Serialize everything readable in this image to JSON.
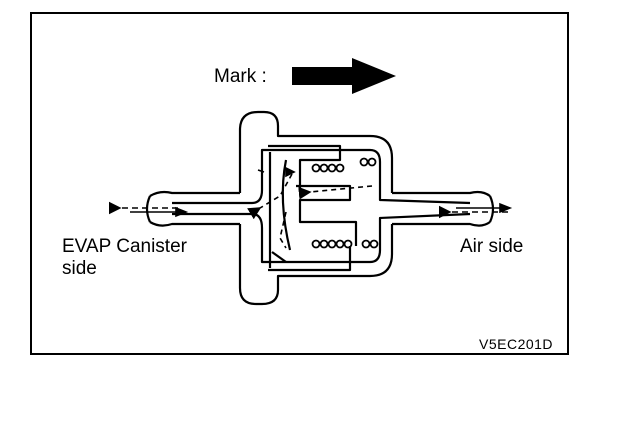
{
  "labels": {
    "mark": "Mark :",
    "evap_line1": "EVAP Canister",
    "evap_line2": "side",
    "air_side": "Air side",
    "figure_code": "V5EC201D"
  },
  "icons": {
    "mark_arrow": "right-arrow-icon",
    "valve": "two-way-valve-icon"
  },
  "colors": {
    "line": "#000000",
    "background": "#ffffff"
  }
}
